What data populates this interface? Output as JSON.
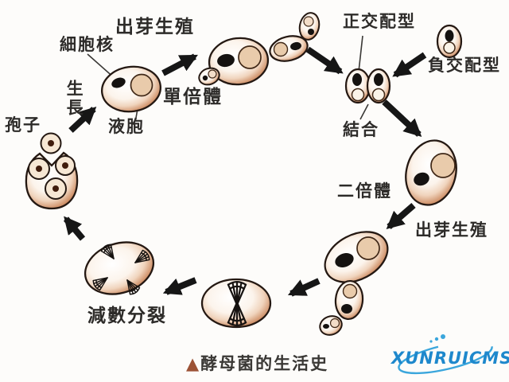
{
  "caption": {
    "marker": "▲",
    "text": "酵母菌的生活史"
  },
  "watermark": {
    "text": "XUNRUICMS",
    "color": "#1e88cc"
  },
  "labels": {
    "spore": "孢子",
    "growth": "生長",
    "nucleus": "細胞核",
    "budding_top": "出芽生殖",
    "haploid": "單倍體",
    "vacuole": "液胞",
    "pos_mating": "正交配型",
    "neg_mating": "負交配型",
    "conjugation": "結合",
    "diploid": "二倍體",
    "budding_right": "出芽生殖",
    "meiosis": "減數分裂"
  },
  "colors": {
    "cell_rim": "#8e4424",
    "cell_mid": "#cf9068",
    "vacuole": "#e9cbab",
    "nucleus": "#151210",
    "arrow": "#161616",
    "caption_triangle": "#9c5235",
    "watermark_blue": "#1e88cc"
  }
}
